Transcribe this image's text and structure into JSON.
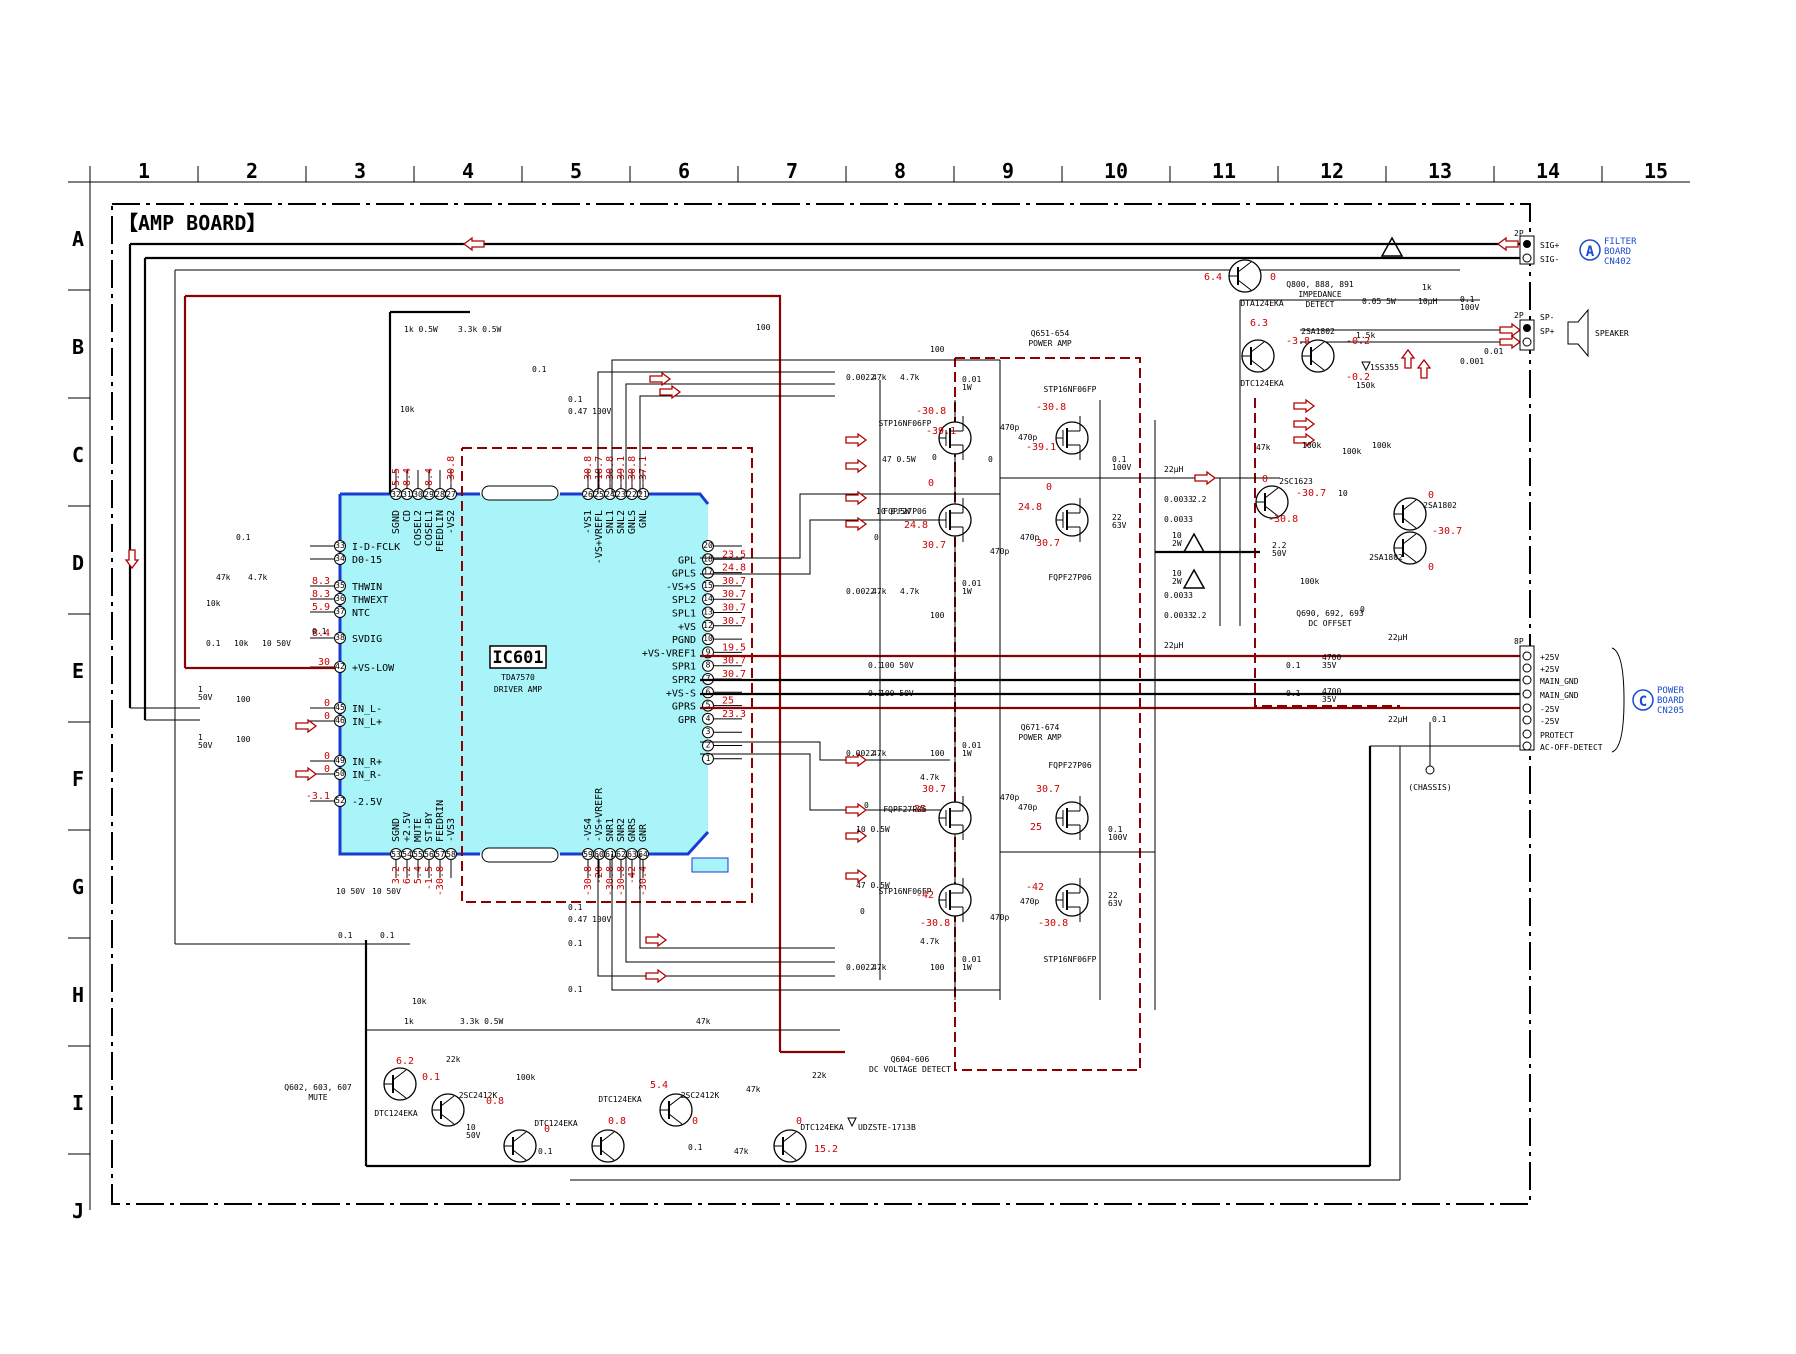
{
  "grid": {
    "columns": [
      "1",
      "2",
      "3",
      "4",
      "5",
      "6",
      "7",
      "8",
      "9",
      "10",
      "11",
      "12",
      "13",
      "14",
      "15"
    ],
    "rows": [
      "A",
      "B",
      "C",
      "D",
      "E",
      "F",
      "G",
      "H",
      "I",
      "J"
    ]
  },
  "board_title": "【AMP BOARD】",
  "ic": {
    "ref": "IC601",
    "part": "TDA7570",
    "function": "DRIVER AMP",
    "top_pins": [
      {
        "num": "32",
        "name": "SGND",
        "v": "5.5"
      },
      {
        "num": "31",
        "name": "CD",
        "v": "8.4"
      },
      {
        "num": "30",
        "name": "COSEL2",
        "v": ""
      },
      {
        "num": "29",
        "name": "COSEL1",
        "v": "8.4"
      },
      {
        "num": "28",
        "name": "FEEDLIN",
        "v": ""
      },
      {
        "num": "27",
        "name": "-VS2",
        "v": "-30.8"
      },
      {
        "num": "26",
        "name": "-VS1",
        "v": "-30.8"
      },
      {
        "num": "25",
        "name": "-VS+VREFL",
        "v": "-18.7"
      },
      {
        "num": "24",
        "name": "SNL1",
        "v": "-30.8"
      },
      {
        "num": "23",
        "name": "SNL2",
        "v": "-39.1"
      },
      {
        "num": "22",
        "name": "GNLS",
        "v": "-30.8"
      },
      {
        "num": "21",
        "name": "GNL",
        "v": "-37.1"
      }
    ],
    "left_pins": [
      {
        "num": "33",
        "name": "I-D-FCLK",
        "v": ""
      },
      {
        "num": "34",
        "name": "D0-15",
        "v": ""
      },
      {
        "num": "35",
        "name": "THWIN",
        "v": "8.3"
      },
      {
        "num": "36",
        "name": "THWEXT",
        "v": "8.3"
      },
      {
        "num": "37",
        "name": "NTC",
        "v": "5.9"
      },
      {
        "num": "38",
        "name": "SVDIG",
        "v": "8.4"
      },
      {
        "num": "42",
        "name": "+VS-LOW",
        "v": "30"
      },
      {
        "num": "45",
        "name": "IN_L-",
        "v": "0"
      },
      {
        "num": "46",
        "name": "IN_L+",
        "v": "0"
      },
      {
        "num": "49",
        "name": "IN_R+",
        "v": "0"
      },
      {
        "num": "50",
        "name": "IN_R-",
        "v": "0"
      },
      {
        "num": "52",
        "name": "-2.5V",
        "v": "-3.1"
      }
    ],
    "right_pins": [
      {
        "num": "20",
        "name": "",
        "v": ""
      },
      {
        "num": "18",
        "name": "GPL",
        "v": "23.5"
      },
      {
        "num": "17",
        "name": "GPLS",
        "v": "24.8"
      },
      {
        "num": "15",
        "name": "-VS+S",
        "v": "30.7"
      },
      {
        "num": "14",
        "name": "SPL2",
        "v": "30.7"
      },
      {
        "num": "13",
        "name": "SPL1",
        "v": "30.7"
      },
      {
        "num": "12",
        "name": "+VS",
        "v": "30.7"
      },
      {
        "num": "10",
        "name": "PGND",
        "v": ""
      },
      {
        "num": "9",
        "name": "+VS-VREF1",
        "v": "19.5"
      },
      {
        "num": "8",
        "name": "SPR1",
        "v": "30.7"
      },
      {
        "num": "7",
        "name": "SPR2",
        "v": "30.7"
      },
      {
        "num": "6",
        "name": "+VS-S",
        "v": ""
      },
      {
        "num": "5",
        "name": "GPRS",
        "v": "25"
      },
      {
        "num": "4",
        "name": "GPR",
        "v": "23.3"
      },
      {
        "num": "3",
        "name": "",
        "v": ""
      },
      {
        "num": "2",
        "name": "",
        "v": ""
      },
      {
        "num": "1",
        "name": "",
        "v": ""
      }
    ],
    "bottom_pins": [
      {
        "num": "53",
        "name": "SGND",
        "v": "3.2"
      },
      {
        "num": "54",
        "name": "+2.5V",
        "v": "6.2"
      },
      {
        "num": "55",
        "name": "MUTE",
        "v": "5.4"
      },
      {
        "num": "56",
        "name": "ST-BY",
        "v": "-1.5"
      },
      {
        "num": "57",
        "name": "FEEDRIN",
        "v": "-30.8"
      },
      {
        "num": "58",
        "name": "-VS3",
        "v": ""
      },
      {
        "num": "59",
        "name": "-VS4",
        "v": "-30.8"
      },
      {
        "num": "60",
        "name": "-VS+VREFR",
        "v": "-20"
      },
      {
        "num": "61",
        "name": "SNR1",
        "v": "-30.8"
      },
      {
        "num": "62",
        "name": "SNR2",
        "v": "-30.8"
      },
      {
        "num": "63",
        "name": "GNRS",
        "v": "-42"
      },
      {
        "num": "64",
        "name": "GNR",
        "v": "-30.4"
      }
    ]
  },
  "blocks": {
    "pa_top": {
      "ref": "Q651-654",
      "desc": "POWER AMP"
    },
    "pa_bottom": {
      "ref": "Q671-674",
      "desc": "POWER AMP"
    },
    "impedance": {
      "ref": "Q800, 888, 891",
      "desc1": "IMPEDANCE",
      "desc2": "DETECT"
    },
    "dc_offset": {
      "ref": "Q690, 692, 693",
      "desc": "DC OFFSET"
    },
    "mute": {
      "ref": "Q602, 603, 607",
      "desc": "MUTE"
    },
    "dc_detect": {
      "ref": "Q604-606",
      "desc": "DC VOLTAGE DETECT"
    }
  },
  "parts": {
    "stp1": "STP16NF06FP",
    "stp2": "STP16NF06FP",
    "fq1": "FQPF27P06",
    "fq2": "FQPF27P06",
    "fq3": "FQPF27P06",
    "fq4": "FQPF27P06",
    "stp3": "STP16NF06FP",
    "stp4": "STP16NF06FP",
    "dta": "DTA124EKA",
    "dtc_top": "DTC124EKA",
    "sa1802a": "2SA1802",
    "sa1802b": "2SA1802",
    "sa1802c": "2SA1802",
    "sc1623": "2SC1623",
    "iss355": "1SS355",
    "sc2412a": "2SC2412K",
    "sc2412b": "2SC2412K",
    "dtc1": "DTC124EKA",
    "dtc2": "DTC124EKA",
    "dtc3": "DTC124EKA",
    "dtc4": "DTC124EKA",
    "zener": "UDZSTE-1713B",
    "chassis": "(CHASSIS)"
  },
  "values": {
    "r100": "100",
    "r47k": "47k",
    "r47k2": "4.7k",
    "c0022": "0.0022",
    "c001": "0.01",
    "r001w": "1W",
    "c470p": "470p",
    "c01": "0.1",
    "c01_100v": "100V",
    "r47_05w": "47 0.5W",
    "r10_05w": "10 0.5W",
    "c22": "22",
    "c22v": "63V",
    "l22u": "22μH",
    "c0033": "0.0033",
    "c22b": "2.2",
    "r10": "10",
    "r2w": "2W",
    "r1k_05w": "1k 0.5W",
    "r33k_05w": "3.3k 0.5W",
    "c047": "0.47 100V",
    "r10k": "10k",
    "c10_50v": "10 50V",
    "c100_50v": "100 50V",
    "c4700": "4700",
    "c35v": "35V",
    "r05": "0.05 5W",
    "r15k": "1.5k",
    "r150k": "150k",
    "l10u": "10μH",
    "r1k": "1k",
    "r100k": "100k",
    "c001b": "0.001",
    "c2_2": "2.2",
    "c50v": "50V",
    "c10_50v_b": "10",
    "c50v_b": "50V",
    "r22k": "22k",
    "zero": "0",
    "c1_50v": "1",
    "c1_50v_b": "50V"
  },
  "connectors": {
    "filter": {
      "pins": "2P",
      "p1": "SIG+",
      "p2": "SIG-",
      "marker": "A",
      "board1": "FILTER",
      "board2": "BOARD",
      "board3": "CN402"
    },
    "speaker": {
      "pins": "2P",
      "p1": "SP-",
      "p2": "SP+",
      "label": "SPEAKER"
    },
    "power": {
      "pins": "8P",
      "lines": [
        "+25V",
        "+25V",
        "MAIN_GND",
        "MAIN_GND",
        "-25V",
        "-25V",
        "PROTECT",
        "AC-OFF-DETECT"
      ],
      "marker": "C",
      "board1": "POWER",
      "board2": "BOARD",
      "board3": "CN205"
    }
  },
  "voltages": {
    "q_top": [
      "-30.8",
      "-39.1",
      "-30.8",
      "-39.1",
      "0",
      "0",
      "24.8",
      "30.7",
      "24.8",
      "30.7"
    ],
    "q_bot": [
      "30.7",
      "25",
      "30.7",
      "25",
      "-42",
      "-30.8",
      "-42",
      "-30.8"
    ],
    "imp": [
      "6.4",
      "0",
      "6.3",
      "-3.8",
      "-0.2",
      "-0.2"
    ],
    "dc": [
      "0",
      "-30.7",
      "-30.8",
      "0",
      "-30.7",
      "0"
    ],
    "mute": [
      "6.2",
      "0.1",
      "0.8",
      "0",
      "0.8",
      "5.4",
      "0",
      "0",
      "15.2"
    ]
  },
  "colors": {
    "ic_fill": "#a8f4f9",
    "ic_border": "#1a3bd1",
    "red_wire": "#8b0000",
    "red_text": "#cc0000",
    "blue_text": "#1a4bd1"
  }
}
